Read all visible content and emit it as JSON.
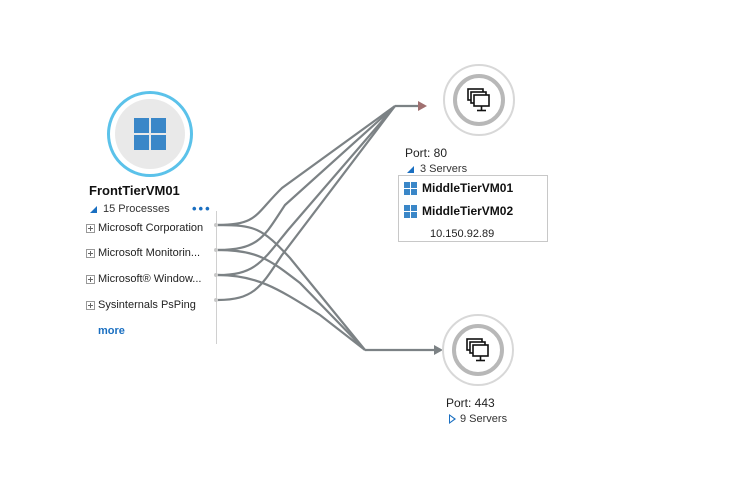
{
  "vm": {
    "name": "FrontTierVM01",
    "processes_label": "15 Processes",
    "menu_label": "•••",
    "processes": [
      {
        "label": "Microsoft Corporation"
      },
      {
        "label": "Microsoft Monitorin..."
      },
      {
        "label": "Microsoft® Window..."
      },
      {
        "label": "Sysinternals PsPing"
      }
    ],
    "more_label": "more"
  },
  "port80": {
    "port_label": "Port: 80",
    "servers_label": "3 Servers",
    "servers": [
      {
        "name": "MiddleTierVM01"
      },
      {
        "name": "MiddleTierVM02"
      }
    ],
    "ip": "10.150.92.89"
  },
  "port443": {
    "port_label": "Port: 443",
    "servers_label": "9 Servers"
  },
  "colors": {
    "accent": "#1a6fc1",
    "vm_ring": "#5bc2ea",
    "windows_blue": "#3a87c8",
    "connection": "#7c8285"
  },
  "icons": {
    "vm": "windows-logo-icon",
    "server_group": "server-group-icon",
    "server": "windows-logo-icon"
  }
}
